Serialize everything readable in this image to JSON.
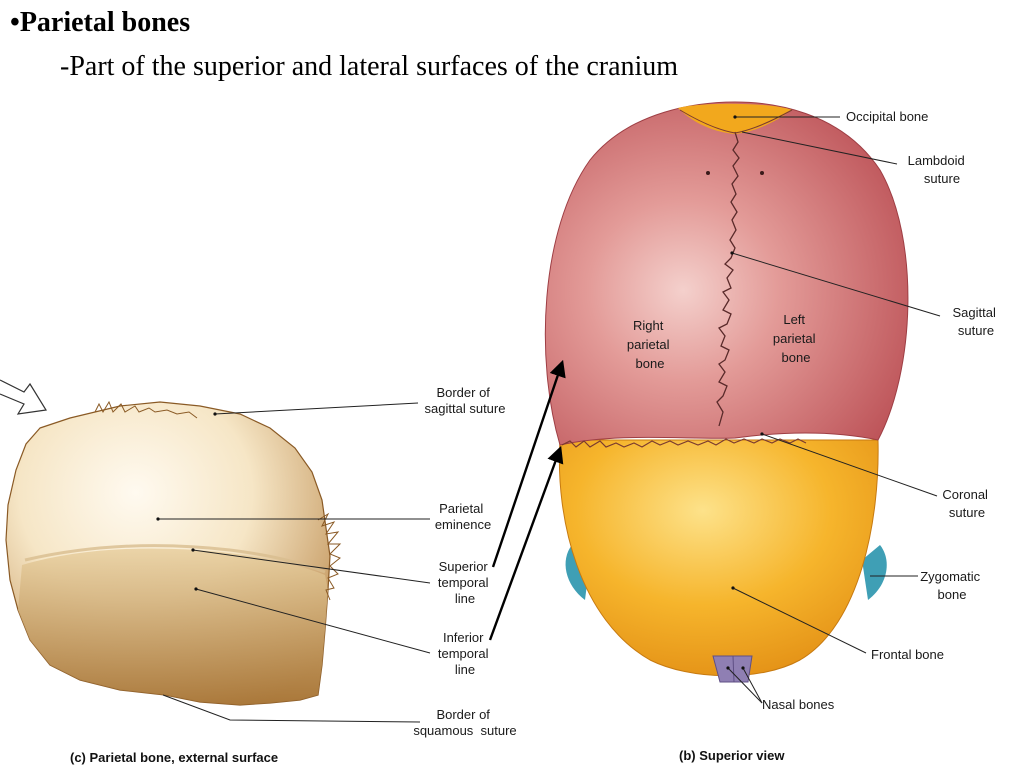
{
  "heading": {
    "bullet": "•",
    "title": "Parietal bones",
    "subtitle": "-Part of the superior and lateral surfaces of the cranium"
  },
  "left_figure": {
    "caption": "(c) Parietal bone, external surface",
    "labels": {
      "border_sagittal": [
        "Border of",
        "sagittal suture"
      ],
      "parietal_eminence": [
        "Parietal",
        "eminence"
      ],
      "superior_temporal": [
        "Superior",
        "temporal",
        "line"
      ],
      "inferior_temporal": [
        "Inferior",
        "temporal",
        "line"
      ],
      "border_squamous": [
        "Border of",
        "squamous  suture"
      ]
    }
  },
  "right_figure": {
    "caption": "(b) Superior view",
    "labels": {
      "occipital_bone": [
        "Occipital bone"
      ],
      "lambdoid_suture": [
        "Lambdoid",
        "suture"
      ],
      "sagittal_suture": [
        "Sagittal",
        "suture"
      ],
      "coronal_suture": [
        "Coronal",
        "suture"
      ],
      "zygomatic_bone": [
        "Zygomatic",
        "bone"
      ],
      "frontal_bone": [
        "Frontal bone"
      ],
      "nasal_bones": [
        "Nasal bones"
      ],
      "right_parietal": [
        "Right",
        "parietal",
        "bone"
      ],
      "left_parietal": [
        "Left",
        "parietal",
        "bone"
      ]
    }
  },
  "colors": {
    "parietal": "#c9585a",
    "parietal_highlight": "#f4d0cc",
    "frontal": "#f0a21a",
    "frontal_highlight": "#fde28a",
    "zygomatic": "#3f9fb5",
    "nasal": "#8f7fb3",
    "bone_light": "#fbf1df",
    "bone_dark": "#a77537"
  }
}
